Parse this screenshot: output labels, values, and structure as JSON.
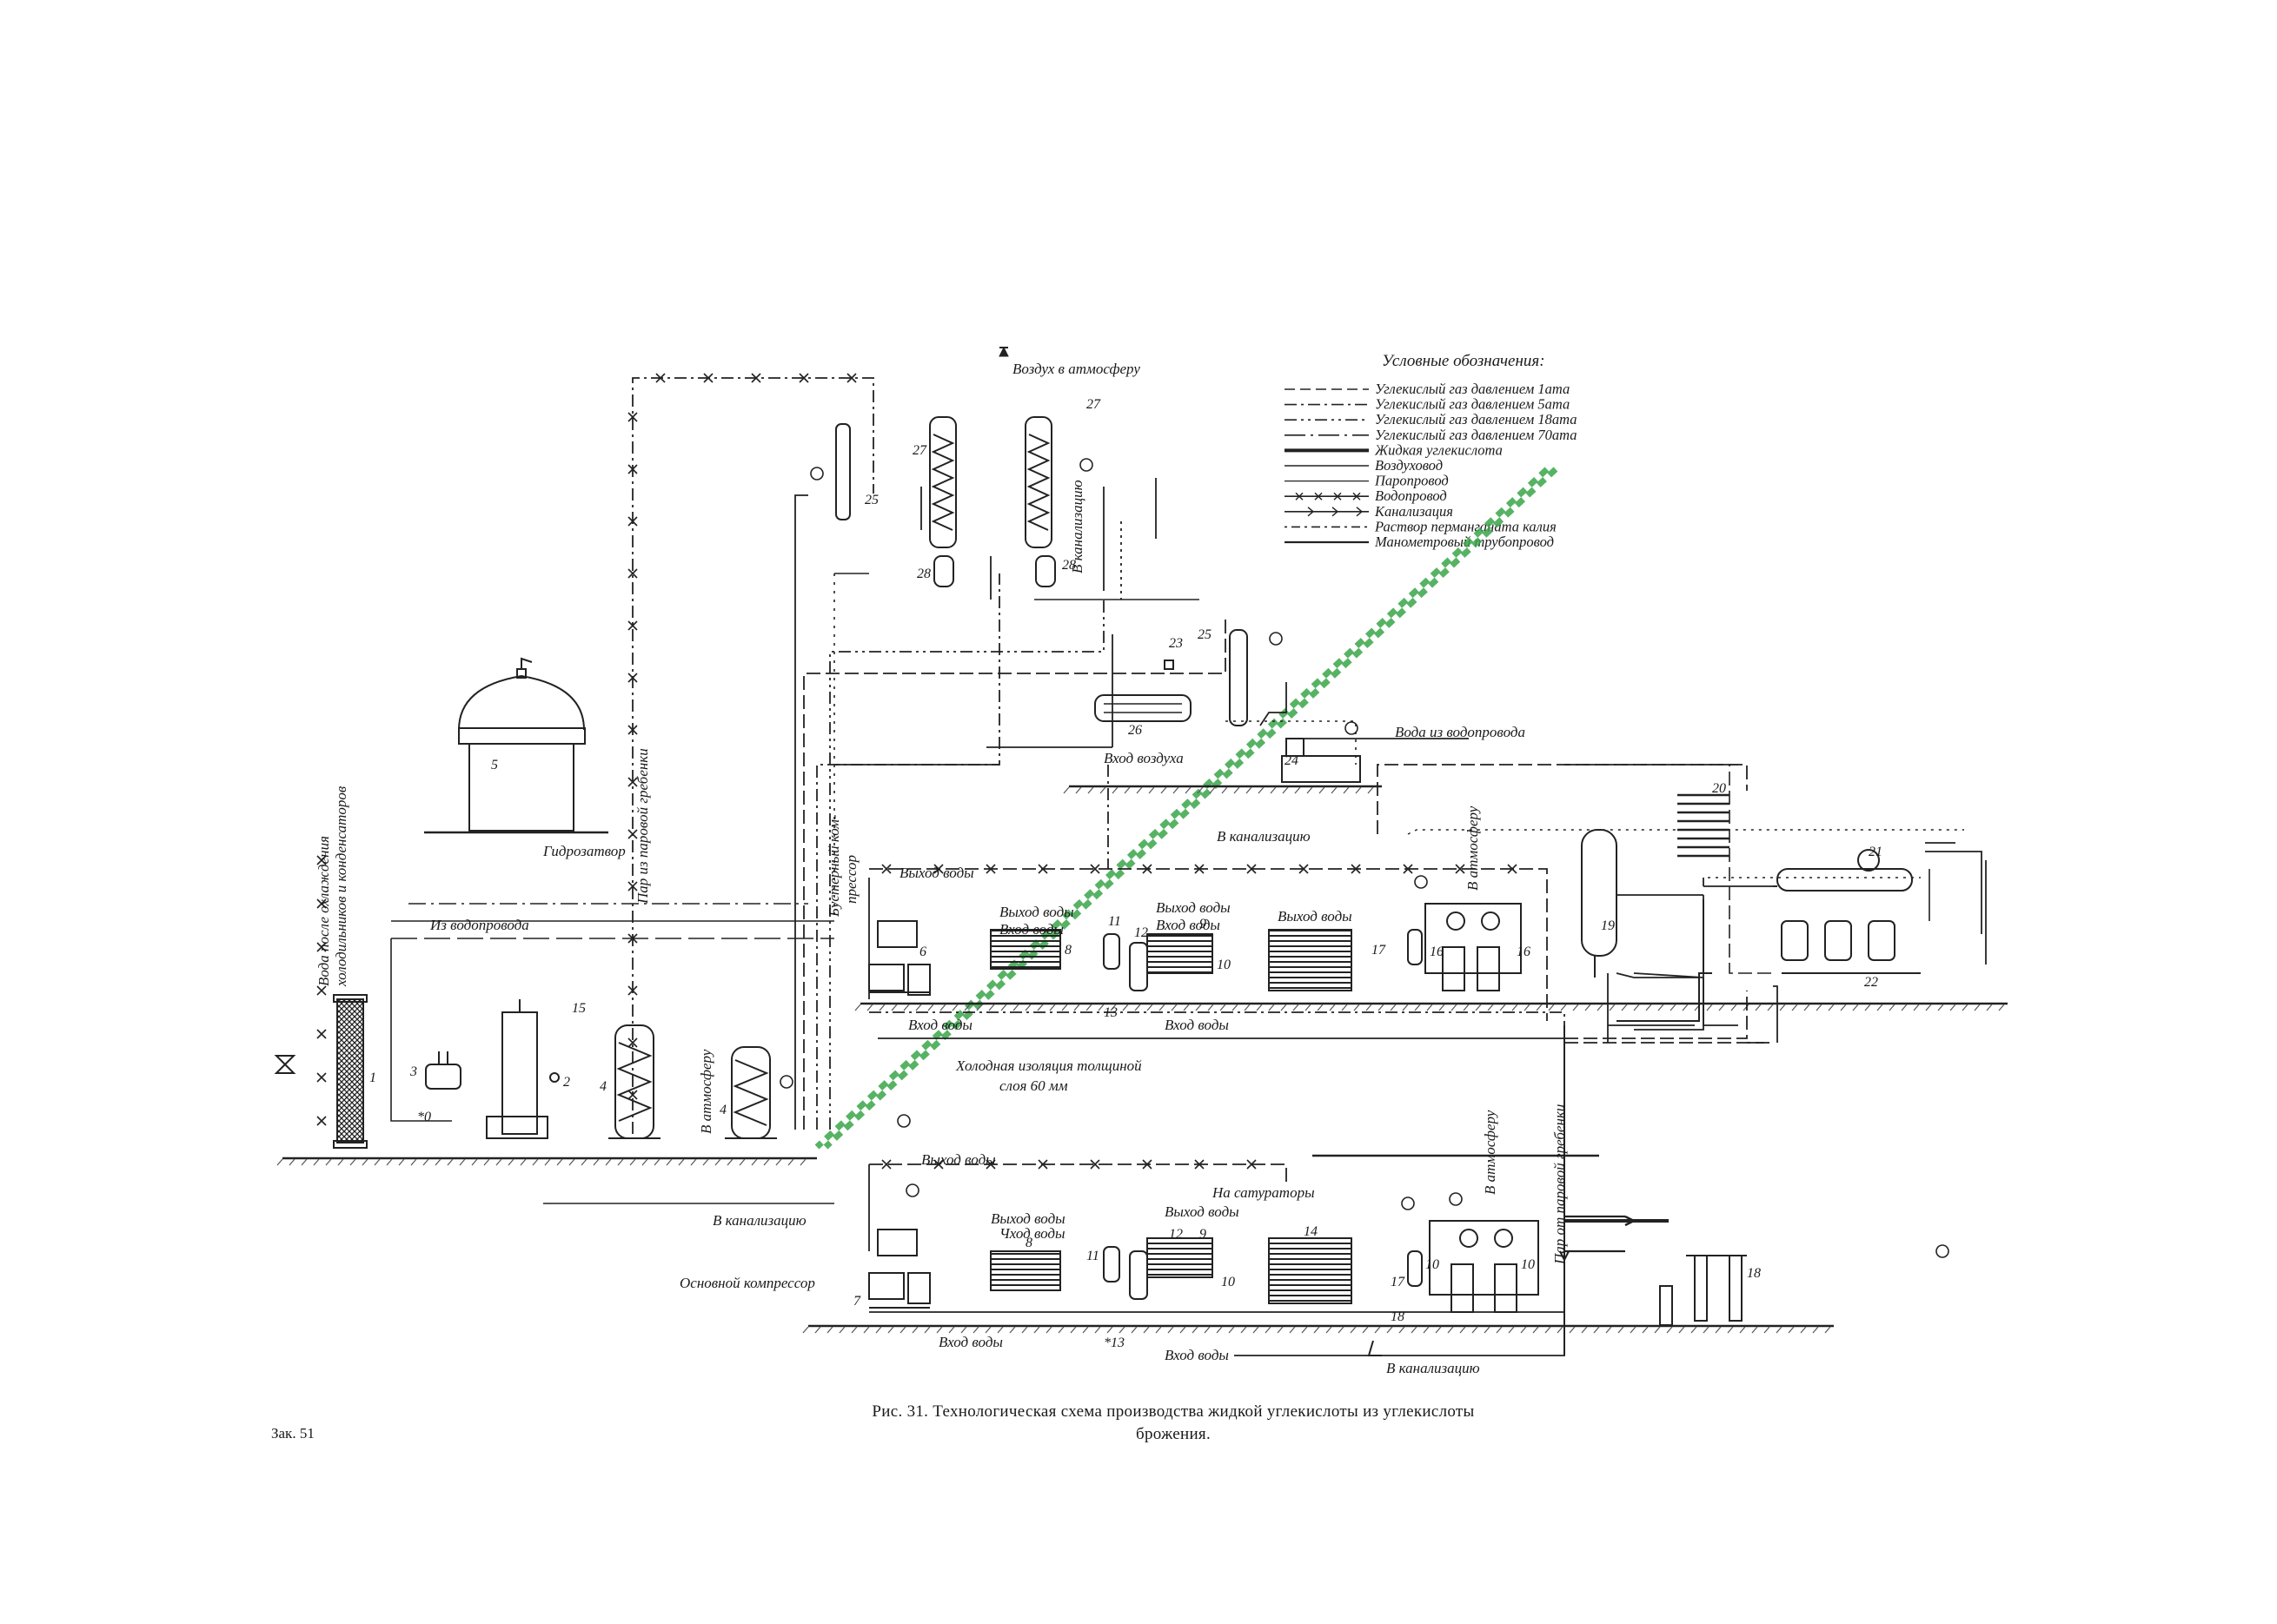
{
  "legend": {
    "title": "Условные обозначения:",
    "items": [
      {
        "label": "Углекислый газ давлением 1ата",
        "style": "dash"
      },
      {
        "label": "Углекислый газ давлением 5ата",
        "style": "dashdot"
      },
      {
        "label": "Углекислый газ давлением 18ата",
        "style": "dashdotdot"
      },
      {
        "label": "Углекислый газ давлением 70ата",
        "style": "longdash"
      },
      {
        "label": "Жидкая углекислота",
        "style": "thick"
      },
      {
        "label": "Воздуховод",
        "style": "solid"
      },
      {
        "label": "Паропровод",
        "style": "thin"
      },
      {
        "label": "Водопровод",
        "style": "cross"
      },
      {
        "label": "Канализация",
        "style": "arrow"
      },
      {
        "label": "Раствор перманганата калия",
        "style": "dotdash"
      },
      {
        "label": "Манометровый трубопровод",
        "style": "solid2"
      }
    ]
  },
  "labels": {
    "air_to_atmosphere": "Воздух в атмосферу",
    "water_after_cooling": "Вода после охлаждения",
    "water_after_cooling_2": "холодильников и конденсаторов",
    "hydroseal": "Гидрозатвор",
    "steam_from_header": "Пар из паровой гребенки",
    "from_water_supply": "Из водопровода",
    "water_from_supply": "Вода из водопровода",
    "air_inlet": "Вход воздуха",
    "to_sewer": "В канализацию",
    "to_atmosphere": "В атмосферу",
    "water_out": "Выход воды",
    "water_in": "Вход воды",
    "water_in_alt": "Чход воды",
    "booster_compressor_1": "Бустерный ком-",
    "booster_compressor_2": "прессор",
    "main_compressor": "Основной компрессор",
    "to_saturators": "На сатураторы",
    "steam_from_header_2": "Пар от паровой гребенки",
    "cold_insulation_1": "Холодная изоляция толщиной",
    "cold_insulation_2": "слоя 60 мм"
  },
  "numbers": [
    "1",
    "2",
    "3",
    "4",
    "5",
    "6",
    "7",
    "8",
    "9",
    "10",
    "11",
    "12",
    "13",
    "14",
    "15",
    "16",
    "17",
    "18",
    "19",
    "20",
    "21",
    "22",
    "23",
    "25",
    "26",
    "27",
    "28",
    "*13",
    "*0"
  ],
  "caption": {
    "line1": "Рис. 31. Технологическая схема производства жидкой углекислоты из углекислоты",
    "line2": "брожения."
  },
  "footer": "Зак. 51",
  "colors": {
    "ink": "#1a1a1a",
    "watermark": "#3aa64a"
  }
}
